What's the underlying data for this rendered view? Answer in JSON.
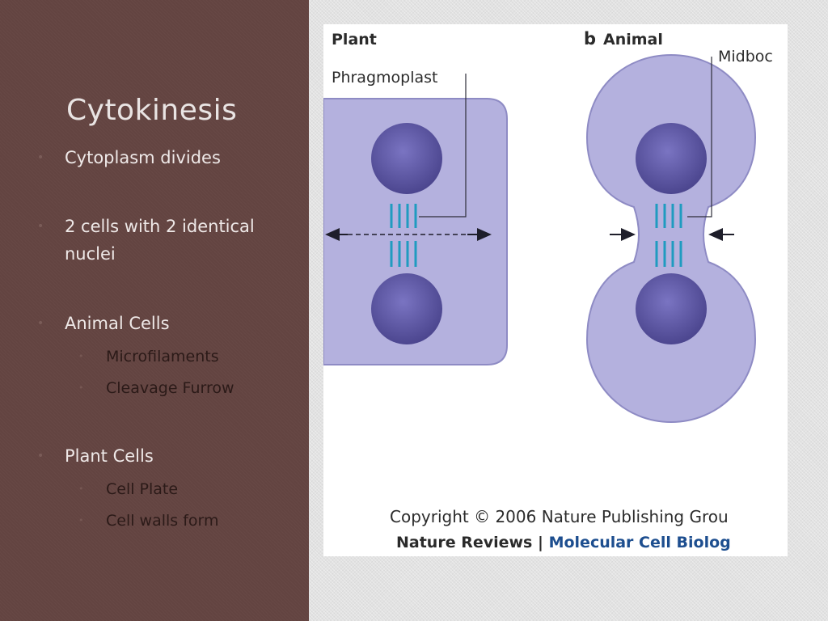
{
  "slide": {
    "title": "Cytokinesis",
    "bullets": [
      {
        "text": "Cytoplasm divides"
      },
      {
        "text": "2 cells with 2 identical nuclei"
      },
      {
        "text": "Animal Cells",
        "sub": [
          "Microfilaments",
          "Cleavage Furrow"
        ]
      },
      {
        "text": "Plant Cells",
        "sub": [
          "Cell Plate",
          "Cell walls form"
        ]
      }
    ]
  },
  "figure": {
    "plant_title": "Plant",
    "animal_letter": "b",
    "animal_title": "Animal",
    "phragmoplast_label": "Phragmoplast",
    "midbody_label": "Midboc",
    "copyright": "Copyright © 2006 Nature Publishing Grou",
    "journal": "Nature Reviews",
    "separator": "|",
    "journal_section": "Molecular Cell Biolog"
  },
  "colors": {
    "panel": "#634441",
    "cell_fill": "#b4b1de",
    "cell_stroke": "#8e8bc4",
    "nucleus": "#5e58a7",
    "microtubule": "#1f9bc0",
    "journal_blue": "#1d4e8f"
  }
}
